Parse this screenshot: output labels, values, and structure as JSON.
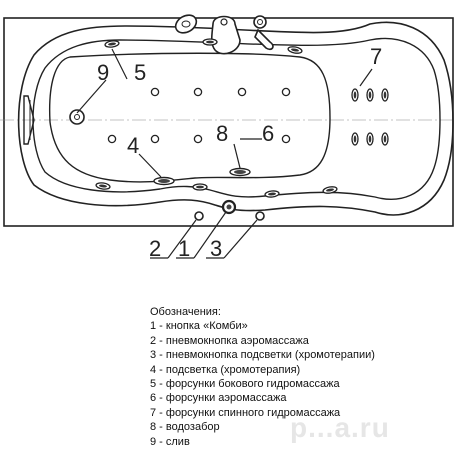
{
  "callouts": {
    "n1": "1",
    "n2": "2",
    "n3": "3",
    "n4": "4",
    "n5": "5",
    "n6": "6",
    "n7": "7",
    "n8": "8",
    "n9": "9"
  },
  "legend": {
    "title": "Обозначения:",
    "items": [
      "1 - кнопка «Комби»",
      "2 - пневмокнопка аэромассажа",
      "3 - пневмокнопка подсветки (хромотерапии)",
      "4 - подсветка (хромотерапия)",
      "5 - форсунки бокового гидромассажа",
      "6 - форсунки аэромассажа",
      "7 - форсунки спинного гидромассажа",
      "8 - водозабор",
      "9 - слив"
    ]
  },
  "watermark": "p...a.ru",
  "colors": {
    "line": "#222222",
    "background": "#ffffff",
    "watermark": "#e6e6e6"
  }
}
